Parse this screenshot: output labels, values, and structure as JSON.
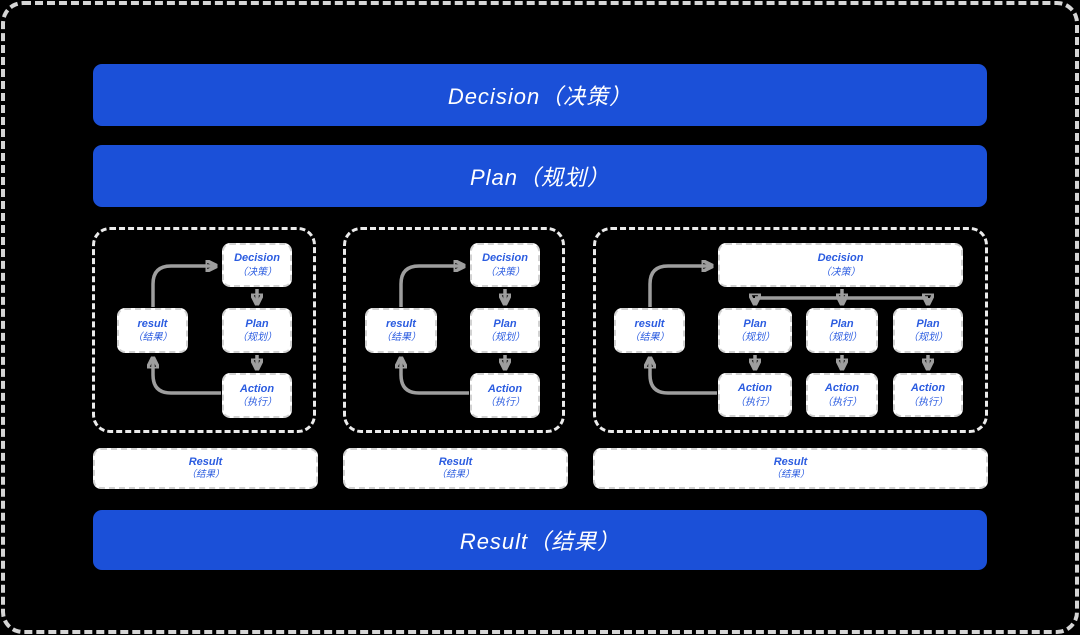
{
  "colors": {
    "background": "#000000",
    "bar_blue": "#1b50d8",
    "node_text_blue": "#2b5ce0",
    "arrow_gray": "#9e9e9e",
    "panel_border": "#ebebeb",
    "node_border": "#d2d2d2",
    "node_background": "#ffffff"
  },
  "bars": {
    "decision": "Decision（决策）",
    "plan": "Plan（规划）",
    "result": "Result（结果）"
  },
  "panels": [
    {
      "name": "loop-panel-1",
      "nodes": [
        {
          "id": "decision",
          "en": "Decision",
          "zh": "（决策）"
        },
        {
          "id": "plan",
          "en": "Plan",
          "zh": "（规划）"
        },
        {
          "id": "action",
          "en": "Action",
          "zh": "（执行）"
        },
        {
          "id": "result",
          "en": "result",
          "zh": "（结果）"
        }
      ]
    },
    {
      "name": "loop-panel-2",
      "nodes": [
        {
          "id": "decision",
          "en": "Decision",
          "zh": "（决策）"
        },
        {
          "id": "plan",
          "en": "Plan",
          "zh": "（规划）"
        },
        {
          "id": "action",
          "en": "Action",
          "zh": "（执行）"
        },
        {
          "id": "result",
          "en": "result",
          "zh": "（结果）"
        }
      ]
    },
    {
      "name": "tree-panel",
      "nodes": [
        {
          "id": "decision",
          "en": "Decision",
          "zh": "（决策）"
        },
        {
          "id": "result",
          "en": "result",
          "zh": "（结果）"
        },
        {
          "id": "plan-1",
          "en": "Plan",
          "zh": "（规划）"
        },
        {
          "id": "plan-2",
          "en": "Plan",
          "zh": "（规划）"
        },
        {
          "id": "plan-3",
          "en": "Plan",
          "zh": "（规划）"
        },
        {
          "id": "action-1",
          "en": "Action",
          "zh": "（执行）"
        },
        {
          "id": "action-2",
          "en": "Action",
          "zh": "（执行）"
        },
        {
          "id": "action-3",
          "en": "Action",
          "zh": "（执行）"
        }
      ]
    }
  ],
  "result_boxes": [
    {
      "en": "Result",
      "zh": "（结果）"
    },
    {
      "en": "Result",
      "zh": "（结果）"
    },
    {
      "en": "Result",
      "zh": "（结果）"
    }
  ]
}
